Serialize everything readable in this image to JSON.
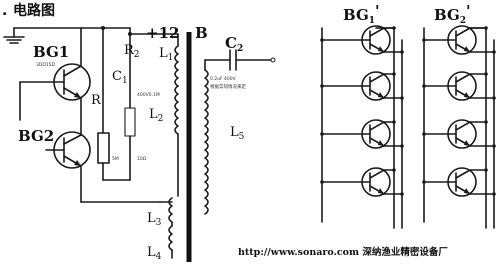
{
  "title": "电路图",
  "labels": {
    "bg1": "BG1",
    "bg2": "BG2",
    "r": "R",
    "r2": "R",
    "r2_sub": "2",
    "c1": "C",
    "c1_sub": "1",
    "plus12": "+12",
    "b": "B",
    "c2": "C",
    "c2_sub": "2",
    "l1": "L",
    "l1_sub": "1",
    "l2": "L",
    "l2_sub": "2",
    "l3": "L",
    "l3_sub": "3",
    "l4": "L",
    "l4_sub": "4",
    "l5": "L",
    "l5_sub": "5",
    "bg1_prime": "BG",
    "bg1_prime_sub": "1",
    "bg1_prime_mark": "'",
    "bg2_prime": "BG",
    "bg2_prime_sub": "2",
    "bg2_prime_mark": "'"
  },
  "tiny_labels": {
    "bg1_part": "3DD15D",
    "c1_value": "400V0.1M",
    "c2_value": "0.2uF 400V",
    "c2_note": "根据实际情况来定",
    "r_value": "5M",
    "l2_value": "10Ω"
  },
  "footer": "http://www.sonaro.com 深纳渔业精密设备厂"
}
